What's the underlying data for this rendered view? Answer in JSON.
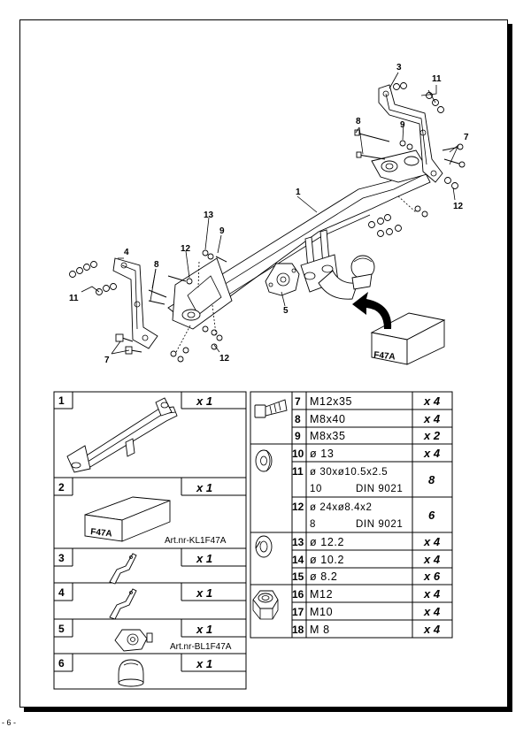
{
  "page_number": "- 6 -",
  "drawing": {
    "callouts": [
      {
        "id": "c1",
        "text": "1"
      },
      {
        "id": "c3",
        "text": "3"
      },
      {
        "id": "c4",
        "text": "4"
      },
      {
        "id": "c5",
        "text": "5"
      },
      {
        "id": "c7a",
        "text": "7"
      },
      {
        "id": "c7b",
        "text": "7"
      },
      {
        "id": "c8a",
        "text": "8"
      },
      {
        "id": "c8b",
        "text": "8"
      },
      {
        "id": "c9a",
        "text": "9"
      },
      {
        "id": "c9b",
        "text": "9"
      },
      {
        "id": "c11a",
        "text": "11"
      },
      {
        "id": "c11b",
        "text": "11"
      },
      {
        "id": "c12a",
        "text": "12"
      },
      {
        "id": "c12b",
        "text": "12"
      },
      {
        "id": "c12c",
        "text": "12"
      },
      {
        "id": "c13",
        "text": "13"
      }
    ],
    "box_label": "F47A"
  },
  "parts_left": [
    {
      "no": "1",
      "qty": "x 1"
    },
    {
      "no": "2",
      "qty": "x 1",
      "box_label": "F47A",
      "art": "Art.nr-KL1F47A"
    },
    {
      "no": "3",
      "qty": "x 1"
    },
    {
      "no": "4",
      "qty": "x 1"
    },
    {
      "no": "5",
      "qty": "x 1",
      "art": "Art.nr-BL1F47A"
    },
    {
      "no": "6",
      "qty": "x 1"
    }
  ],
  "parts_right": [
    {
      "no": "7",
      "spec": "M12x35",
      "qty": "x 4"
    },
    {
      "no": "8",
      "spec": "M8x40",
      "qty": "x 4"
    },
    {
      "no": "9",
      "spec": "M8x35",
      "qty": "x 2"
    },
    {
      "no": "10",
      "spec": "ø 13",
      "qty": "x 4"
    },
    {
      "no": "11",
      "spec": "ø 30xø10.5x2.5",
      "spec2a": "10",
      "spec2b": "DIN 9021",
      "qty": "8"
    },
    {
      "no": "12",
      "spec": "ø 24xø8.4x2",
      "spec2a": "8",
      "spec2b": "DIN 9021",
      "qty": "6"
    },
    {
      "no": "13",
      "spec": "ø 12.2",
      "qty": "x 4"
    },
    {
      "no": "14",
      "spec": "ø 10.2",
      "qty": "x 4"
    },
    {
      "no": "15",
      "spec": "ø 8.2",
      "qty": "x 6"
    },
    {
      "no": "16",
      "spec": "M12",
      "qty": "x 4"
    },
    {
      "no": "17",
      "spec": "M10",
      "qty": "x 4"
    },
    {
      "no": "18",
      "spec": "M 8",
      "qty": "x 4"
    }
  ]
}
